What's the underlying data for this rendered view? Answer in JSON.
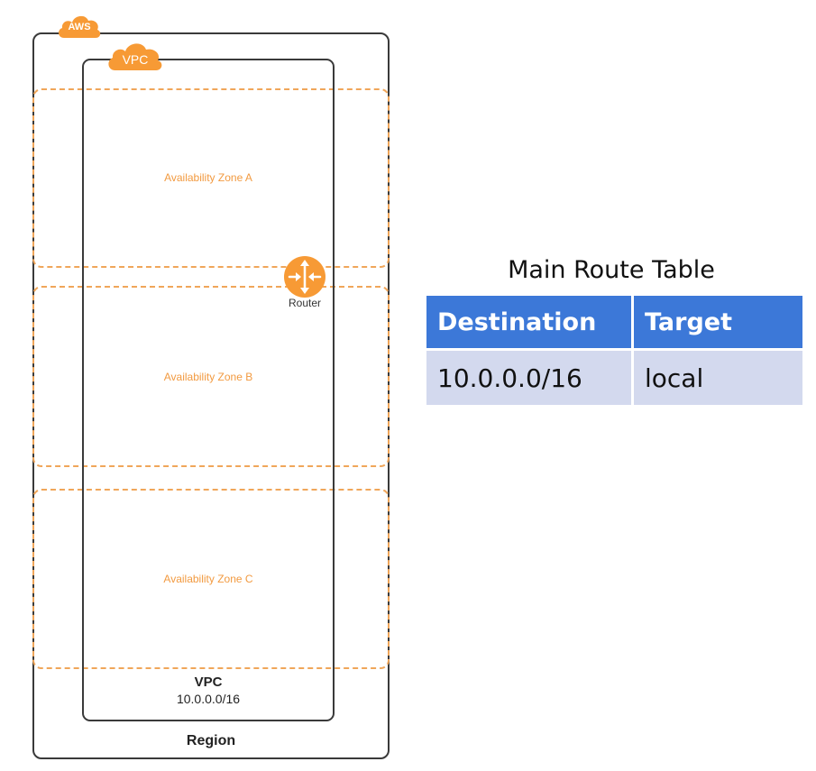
{
  "diagram": {
    "aws_badge": "AWS",
    "vpc_badge": "VPC",
    "region_label": "Region",
    "vpc_label": "VPC",
    "vpc_cidr": "10.0.0.0/16",
    "availability_zones": [
      "Availability Zone A",
      "Availability Zone B",
      "Availability Zone C"
    ],
    "router_label": "Router",
    "router_icon": "router-icon",
    "colors": {
      "aws_orange": "#f79a35",
      "zone_dash": "#f0a65a",
      "zone_text": "#f29a40",
      "border": "#3a3a3a"
    }
  },
  "route_table": {
    "title": "Main Route Table",
    "headers": [
      "Destination",
      "Target"
    ],
    "rows": [
      [
        "10.0.0.0/16",
        "local"
      ]
    ],
    "colors": {
      "header_bg": "#3c78d8",
      "row_bg": "#d3d9ee"
    }
  }
}
